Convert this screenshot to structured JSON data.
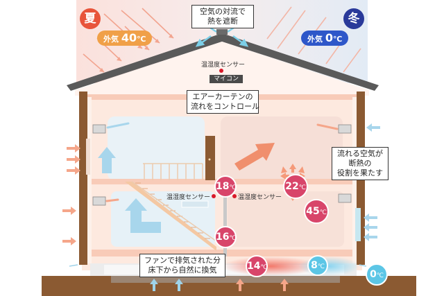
{
  "seasons": {
    "summer": "夏",
    "winter": "冬"
  },
  "outside": {
    "summer": {
      "prefix": "外気",
      "value": "40",
      "unit": "℃"
    },
    "winter": {
      "prefix": "外気",
      "value": "0",
      "unit": "℃"
    }
  },
  "callouts": {
    "roof_convection": {
      "line1": "空気の対流で",
      "line2": "熱を遮断"
    },
    "air_curtain": {
      "line1": "エアーカーテンの",
      "line2": "流れをコントロール"
    },
    "air_insulation": {
      "line1": "流れる空気が",
      "line2": "断熱の",
      "line3": "役割を果たす"
    },
    "floor_ventilation": {
      "line1": "ファンで排気された分",
      "line2": "床下から自然に換気"
    }
  },
  "sensors": {
    "attic": "温湿度センサー",
    "microcontroller": "マイコン",
    "left": "温湿度センサー",
    "right": "温湿度センサー"
  },
  "temperatures": {
    "stair_upper": {
      "value": "18",
      "unit": "℃"
    },
    "room_2f": {
      "value": "22",
      "unit": "℃"
    },
    "room_1f": {
      "value": "45",
      "unit": "℃"
    },
    "stair_lower": {
      "value": "16",
      "unit": "℃"
    },
    "underfloor_warm": {
      "value": "14",
      "unit": "℃"
    },
    "underfloor_cool": {
      "value": "8",
      "unit": "℃"
    },
    "ground_outside": {
      "value": "0",
      "unit": "℃"
    }
  },
  "colors": {
    "summer": "#e8543a",
    "winter": "#2a3a9a",
    "warm_arrow": "#f08a6a",
    "cool_arrow": "#8fd3e8",
    "temp_badge": "#d8456a",
    "temp_badge_cool": "#5cc6e6"
  }
}
